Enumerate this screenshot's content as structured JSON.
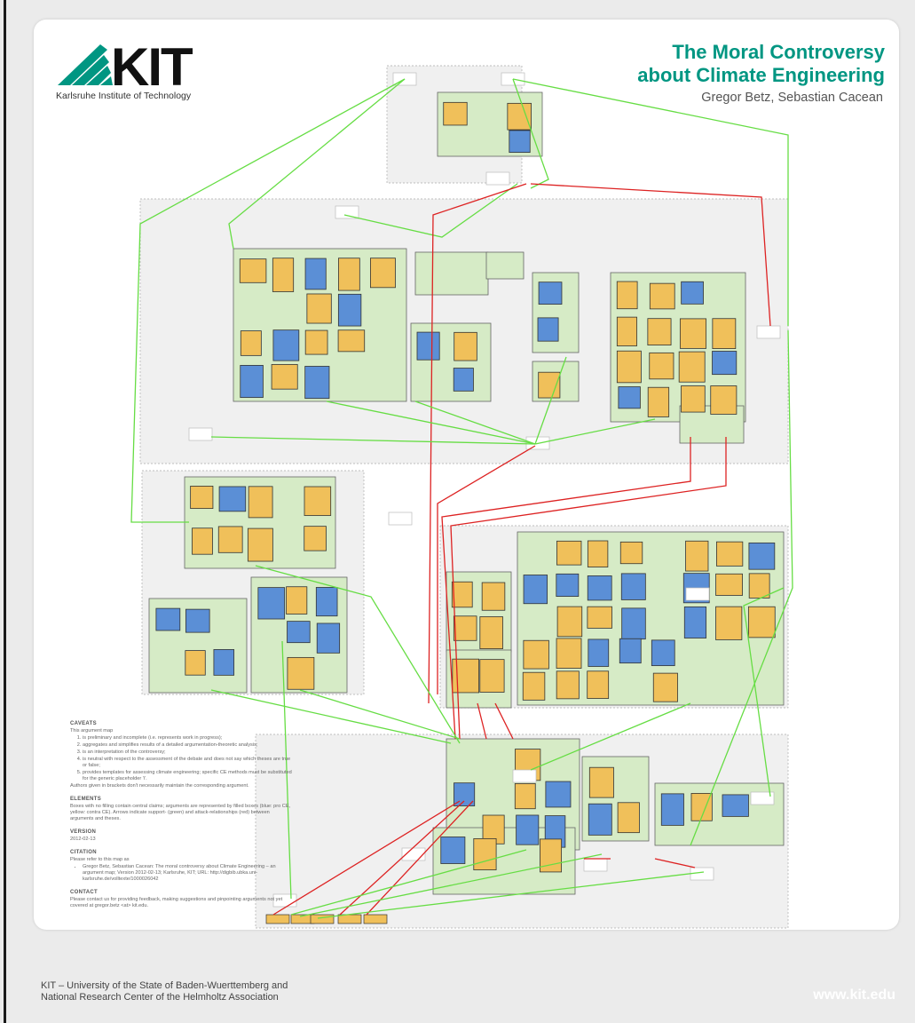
{
  "logo": {
    "text": "KIT",
    "subtitle": "Karlsruhe Institute of Technology"
  },
  "title": {
    "line1": "The Moral Controversy",
    "line2": "about Climate Engineering"
  },
  "authors": "Gregor Betz, Sebastian Cacean",
  "legend": {
    "caveats_heading": "CAVEATS",
    "caveats_intro": "This argument map",
    "caveats_items": [
      "is preliminary and incomplete (i.e. represents work in progress);",
      "aggregates and simplifies results of a detailed argumentation-theoretic analysis;",
      "is an interpretation of the controversy;",
      "is neutral with respect to the assessment of the debate and does not say which theses are true or false;",
      "provides templates for assessing climate engineering; specific CE methods must be substituted for the generic placeholder 'i'."
    ],
    "caveats_note": "Authors given in brackets don't necessarily maintain the corresponding argument.",
    "elements_heading": "ELEMENTS",
    "elements_text": "Boxes with no filling contain central claims; arguments are represented by filled boxes (blue: pro CE, yellow: contra CE). Arrows indicate support- (green) and attack-relationships (red) between arguments and theses.",
    "version_heading": "VERSION",
    "version_text": "2012-02-13",
    "citation_heading": "CITATION",
    "citation_intro": "Please refer to this map as",
    "citation_item": "Gregor Betz, Sebastian Cacean: The moral controversy about Climate Engineering – an argument map; Version 2012-02-13; Karlsruhe, KIT; URL: http://digbib.ubka.uni-karlsruhe.de/volltexte/1000026042",
    "contact_heading": "CONTACT",
    "contact_text": "Please contact us for providing feedback, making suggestions and pinpointing arguments not yet covered at gregor.betz <at> kit.edu."
  },
  "footer": {
    "line1": "KIT – University of the State of Baden-Wuerttemberg and",
    "line2": "National Research Center of the Helmholtz Association",
    "url": "www.kit.edu"
  },
  "colors": {
    "kit_green": "#009682",
    "support_arrow": "#66dd44",
    "attack_arrow": "#dd2222",
    "pro_argument": "#5b8fd6",
    "contra_argument": "#f0c05a",
    "group_fill": "#d6ebc6",
    "section_fill": "#f0f0f0"
  }
}
